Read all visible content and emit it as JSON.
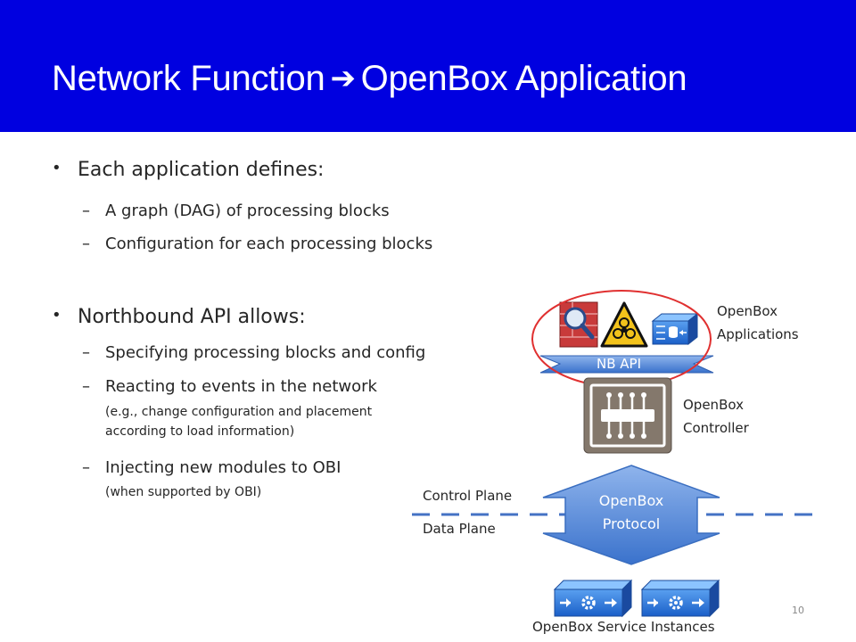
{
  "slide": {
    "title_left": "Network Function",
    "title_arrow": "➔",
    "title_right": "OpenBox Application",
    "page_number": "10"
  },
  "bullets": {
    "b1": {
      "text": "Each application defines:",
      "subs": [
        "A graph (DAG) of processing blocks",
        "Configuration for each processing blocks"
      ]
    },
    "b2": {
      "text": "Northbound API allows:",
      "subs": [
        "Specifying processing blocks and config",
        "Reacting to events in the network",
        "Injecting new modules to OBI"
      ],
      "note1_line1": "(e.g., change configuration and placement",
      "note1_line2": "according to load information)",
      "note2": "(when supported by OBI)"
    }
  },
  "diagram": {
    "nb_api": "NB API",
    "apps_label_1": "OpenBox",
    "apps_label_2": "Applications",
    "controller_label_1": "OpenBox",
    "controller_label_2": "Controller",
    "protocol_line1": "OpenBox",
    "protocol_line2": "Protocol",
    "control_plane": "Control Plane",
    "data_plane": "Data Plane",
    "service_instances": "OpenBox Service Instances",
    "icons": [
      "firewall-search-icon",
      "biohazard-icon",
      "load-balancer-icon",
      "controller-icon",
      "service-instance-icon"
    ],
    "colors": {
      "title_bg": "#0000e0",
      "arrow_blue": "#3a78d0",
      "highlight_red": "#e03030",
      "dashed_line": "#4472c4"
    }
  }
}
